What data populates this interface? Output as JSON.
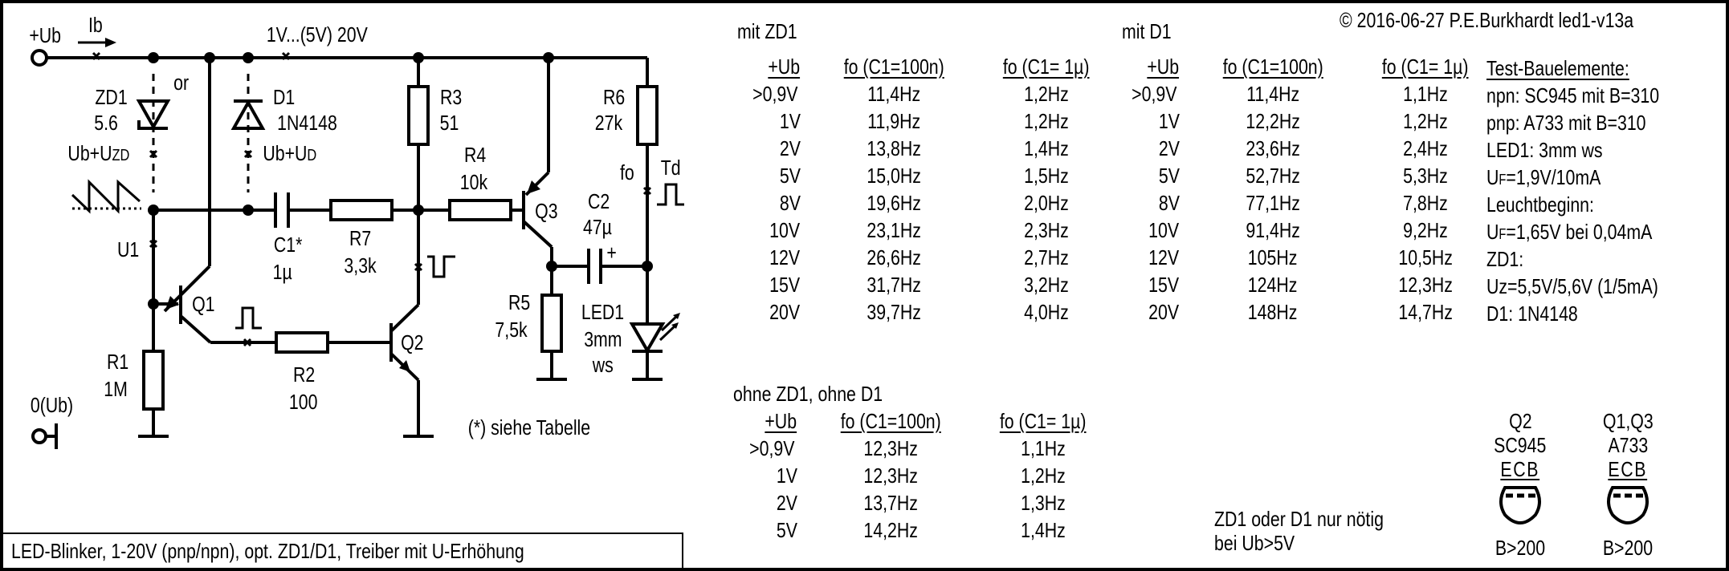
{
  "header": {
    "copyright": "© 2016-06-27 P.E.Burkhardt led1-v13a"
  },
  "caption": "LED-Blinker, 1-20V (pnp/npn), opt. ZD1/D1, Treiber mit U-Erhöhung",
  "schematic": {
    "supply_plus": "+Ub",
    "supply_ground": "0(Ub)",
    "current_label": "Ib",
    "voltage_range": "1V...(5V) 20V",
    "or_label": "or",
    "zd1": {
      "name": "ZD1",
      "value": "5.6",
      "node_label": "Ub+U",
      "node_sub": "ZD"
    },
    "d1": {
      "name": "D1",
      "value": "1N4148",
      "node_label": "Ub+U",
      "node_sub": "D"
    },
    "u1_label": "U1",
    "r1": {
      "name": "R1",
      "value": "1M"
    },
    "r2": {
      "name": "R2",
      "value": "100"
    },
    "r3": {
      "name": "R3",
      "value": "51"
    },
    "r4": {
      "name": "R4",
      "value": "10k"
    },
    "r5": {
      "name": "R5",
      "value": "7,5k"
    },
    "r6": {
      "name": "R6",
      "value": "27k"
    },
    "r7": {
      "name": "R7",
      "value": "3,3k"
    },
    "c1": {
      "name": "C1*",
      "value": "1µ"
    },
    "c2": {
      "name": "C2",
      "value": "47µ",
      "polarity": "+"
    },
    "q1": "Q1",
    "q2": "Q2",
    "q3": "Q3",
    "led1": {
      "name": "LED1",
      "size": "3mm",
      "color": "ws"
    },
    "fo_label": "fo",
    "td_label": "Td",
    "footnote": "(*) siehe Tabelle"
  },
  "tables": {
    "headers": [
      "+Ub",
      "fo (C1=100n)",
      "fo (C1= 1µ)"
    ],
    "mit_zd1": {
      "title": "mit ZD1",
      "rows": [
        [
          ">0,9V",
          "11,4Hz",
          "1,2Hz"
        ],
        [
          "1V",
          "11,9Hz",
          "1,2Hz"
        ],
        [
          "2V",
          "13,8Hz",
          "1,4Hz"
        ],
        [
          "5V",
          "15,0Hz",
          "1,5Hz"
        ],
        [
          "8V",
          "19,6Hz",
          "2,0Hz"
        ],
        [
          "10V",
          "23,1Hz",
          "2,3Hz"
        ],
        [
          "12V",
          "26,6Hz",
          "2,7Hz"
        ],
        [
          "15V",
          "31,7Hz",
          "3,2Hz"
        ],
        [
          "20V",
          "39,7Hz",
          "4,0Hz"
        ]
      ]
    },
    "mit_d1": {
      "title": "mit D1",
      "rows": [
        [
          ">0,9V",
          "11,4Hz",
          "1,1Hz"
        ],
        [
          "1V",
          "12,2Hz",
          "1,2Hz"
        ],
        [
          "2V",
          "23,6Hz",
          "2,4Hz"
        ],
        [
          "5V",
          "52,7Hz",
          "5,3Hz"
        ],
        [
          "8V",
          "77,1Hz",
          "7,8Hz"
        ],
        [
          "10V",
          "91,4Hz",
          "9,2Hz"
        ],
        [
          "12V",
          "105Hz",
          "10,5Hz"
        ],
        [
          "15V",
          "124Hz",
          "12,3Hz"
        ],
        [
          "20V",
          "148Hz",
          "14,7Hz"
        ]
      ]
    },
    "ohne": {
      "title": "ohne ZD1, ohne D1",
      "rows": [
        [
          ">0,9V",
          "12,3Hz",
          "1,1Hz"
        ],
        [
          "1V",
          "12,3Hz",
          "1,2Hz"
        ],
        [
          "2V",
          "13,7Hz",
          "1,3Hz"
        ],
        [
          "5V",
          "14,2Hz",
          "1,4Hz"
        ]
      ]
    }
  },
  "notes": {
    "title": "Test-Bauelemente:",
    "lines": [
      "npn: SC945 mit B=310",
      "pnp: A733 mit B=310",
      "LED1: 3mm ws",
      {
        "pre": "U",
        "sub": "F",
        "post": "=1,9V/10mA"
      },
      "Leuchtbeginn:",
      {
        "pre": "U",
        "sub": "F",
        "post": "=1,65V bei 0,04mA"
      },
      "ZD1:",
      "Uz=5,5V/5,6V (1/5mA)",
      "D1: 1N4148"
    ]
  },
  "remark": [
    "ZD1 oder D1 nur nötig",
    "bei Ub>5V"
  ],
  "pinouts": [
    {
      "label": "Q2",
      "type": "SC945",
      "pins": "ECB",
      "gain": "B>200"
    },
    {
      "label": "Q1,Q3",
      "type": "A733",
      "pins": "ECB",
      "gain": "B>200"
    }
  ]
}
